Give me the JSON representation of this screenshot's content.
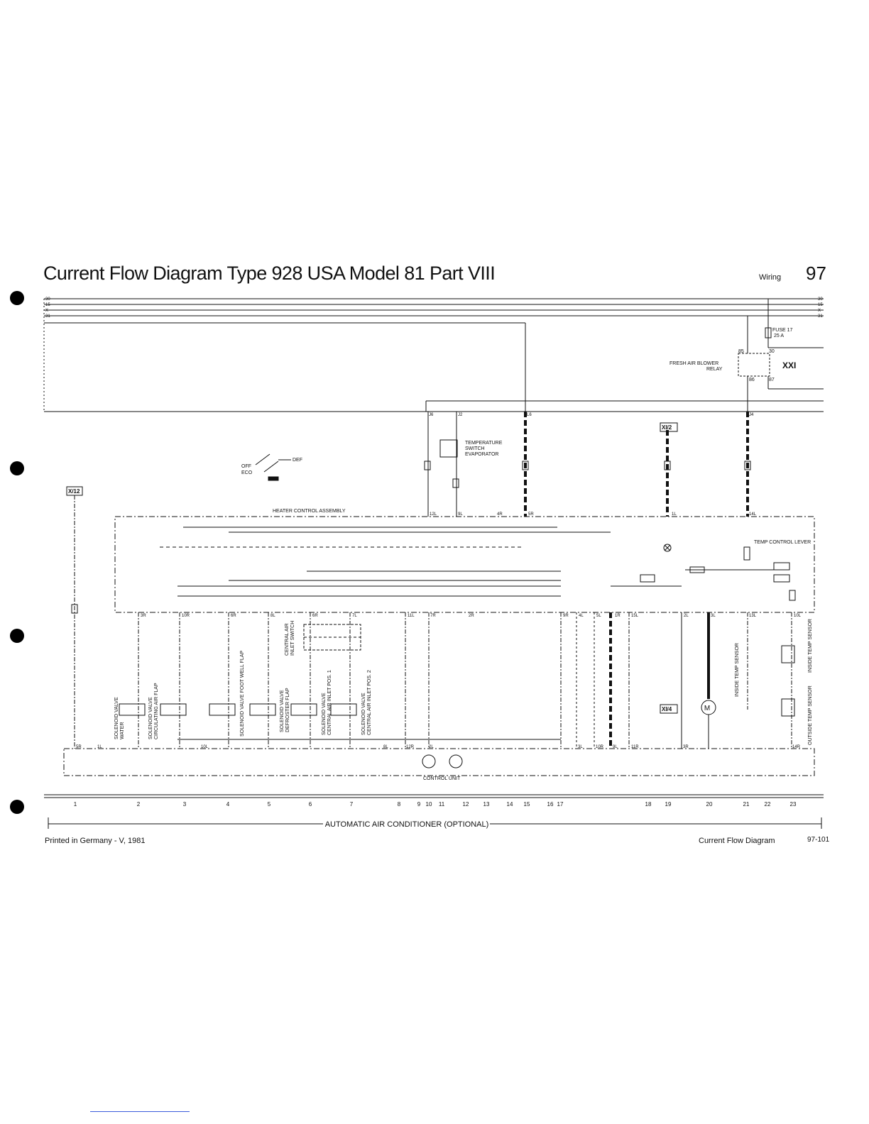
{
  "header": {
    "title": "Current Flow Diagram Type 928  USA  Model 81  Part VIII",
    "section": "Wiring",
    "page_number": "97"
  },
  "footer": {
    "printed": "Printed in Germany - V, 1981",
    "doc_name": "Current Flow Diagram",
    "page_code": "97-101"
  },
  "bus_labels": [
    "30",
    "15",
    "X",
    "31"
  ],
  "connectors": {
    "top": [
      "J6",
      "J2",
      "L6",
      "J4"
    ],
    "heater_top": [
      "12L",
      "9L",
      "4R",
      "5R",
      "1L",
      "14L"
    ],
    "heater_bottom": [
      "3R",
      "10R",
      "6R",
      "8L",
      "6R",
      "7L",
      "11L",
      "7R",
      "2R",
      "9R",
      "4L",
      "5L",
      "1R",
      "15L",
      "2L",
      "3L",
      "13L",
      "10L"
    ],
    "control_unit": [
      "5R",
      "1L",
      "10L",
      "8L",
      "12R",
      "2L",
      "3L",
      "10R",
      "9L",
      "11R",
      "3R",
      "14R"
    ]
  },
  "labels": {
    "fuse": "FUSE 17",
    "fuse_rating": "25 A",
    "relay": "FRESH AIR BLOWER",
    "relay2": "RELAY",
    "relay_ref": "XXI",
    "ref_xi2": "XI/2",
    "ref_x12": "X/12",
    "ref_xi4": "XI/4",
    "temp_switch": [
      "TEMPERATURE",
      "SWITCH",
      "EVAPORATOR"
    ],
    "heater_control": "HEATER CONTROL ASSEMBLY",
    "temp_lever": "TEMP CONTROL LEVER",
    "selector_off": "OFF",
    "selector_eco": "ECO",
    "selector_def": "DEF",
    "control_unit": "CONTROL UNIT",
    "central_switch": [
      "CENTRAL AIR",
      "INLET SWITCH"
    ],
    "valve_water": [
      "SOLENOID VALVE",
      "WATER"
    ],
    "valve_circ": [
      "SOLENOID VALVE",
      "CIRCULATING AIR FLAP"
    ],
    "valve_foot": "SOLENOID VALVE FOOT WELL FLAP",
    "valve_defroster": [
      "SOLENOID VALVE",
      "DEFROSTER FLAP"
    ],
    "valve_pos1": [
      "SOLENOID VALVE",
      "CENTRAL AIR INLET POS. 1"
    ],
    "valve_pos2": [
      "SOLENOID VALVE",
      "CENTRAL AIR INLET POS. 2"
    ],
    "inside_temp_sensor": "INSIDE TEMP SENSOR",
    "outside_temp_sensor": "OUTSIDE TEMP SENSOR",
    "blower_motor": "M",
    "bottom_caption": "AUTOMATIC AIR CONDITIONER (OPTIONAL)",
    "relay_pins": [
      "85",
      "30",
      "86",
      "87"
    ]
  },
  "column_numbers": [
    "1",
    "2",
    "3",
    "4",
    "5",
    "6",
    "7",
    "8",
    "9",
    "10",
    "11",
    "12",
    "13",
    "14",
    "15",
    "16",
    "17",
    "18",
    "19",
    "20",
    "21",
    "22",
    "23"
  ],
  "colors": {
    "ink": "#111111",
    "paper": "#ffffff",
    "footer_link": "#3b5bdb"
  }
}
